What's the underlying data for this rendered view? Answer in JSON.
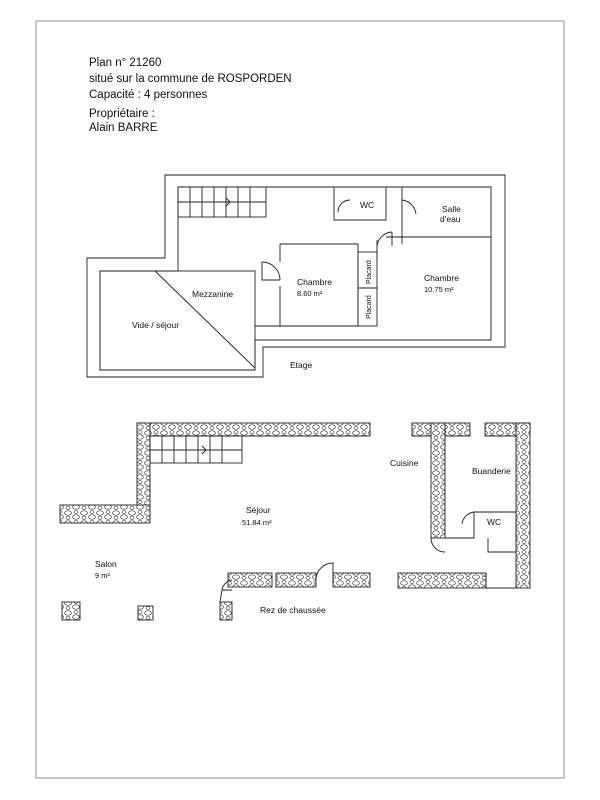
{
  "header": {
    "plan": "Plan n° 21260",
    "commune": "situé sur la commune de ROSPORDEN",
    "capacite": "Capacité : 4 personnes",
    "proprietaire_label": "Propriétaire :",
    "proprietaire_name": "Alain BARRE"
  },
  "etage": {
    "level_label": "Etage",
    "mezzanine": "Mezzanine",
    "vide": "Vide / séjour",
    "chambre1_name": "Chambre",
    "chambre1_area": "8.60 m²",
    "chambre2_name": "Chambre",
    "chambre2_area": "10.75 m²",
    "wc": "WC",
    "salle_line1": "Salle",
    "salle_line2": "d'eau",
    "placard_top": "Placard",
    "placard_bottom": "Placard"
  },
  "rdc": {
    "level_label": "Rez de chaussée",
    "sejour_name": "Séjour",
    "sejour_area": "51.84 m²",
    "salon_name": "Salon",
    "salon_area": "9 m²",
    "cuisine": "Cuisine",
    "buanderie": "Buanderie",
    "wc": "WC"
  }
}
